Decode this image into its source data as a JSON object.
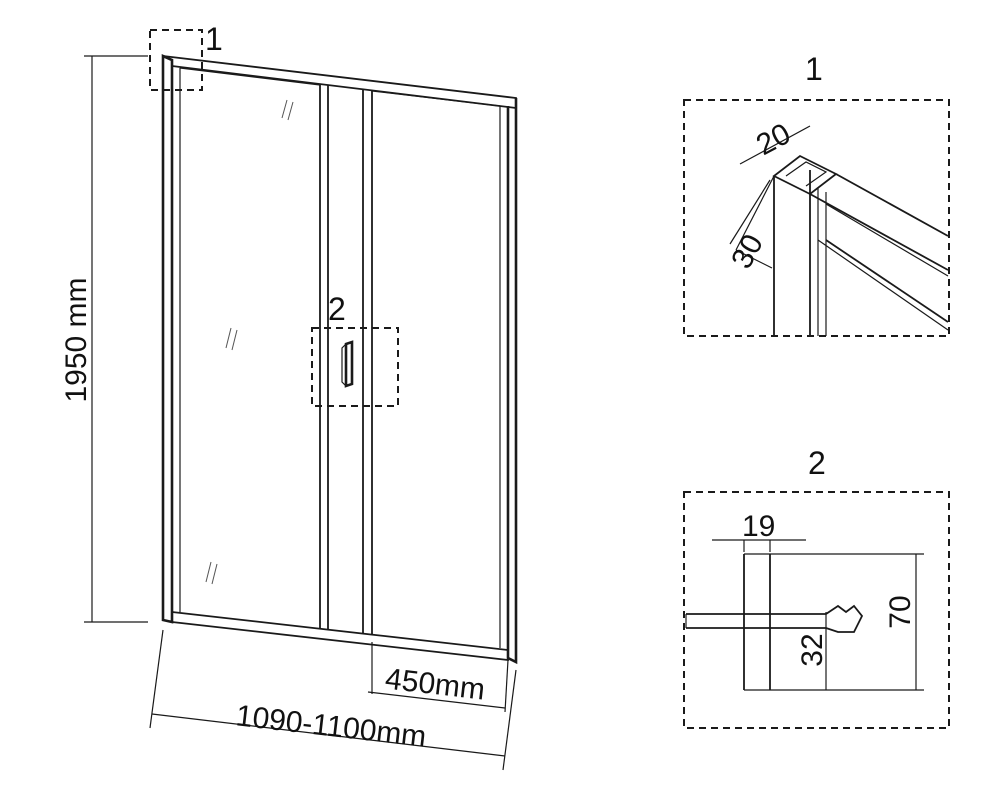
{
  "main_drawing": {
    "height_dim": "1950 mm",
    "width_dim": "1090-1100mm",
    "door_width_dim": "450mm",
    "callout_1": "1",
    "callout_2": "2"
  },
  "detail_1": {
    "title": "1",
    "dim_width": "20",
    "dim_depth": "30"
  },
  "detail_2": {
    "title": "2",
    "dim_width": "19",
    "dim_height": "70",
    "dim_offset": "32"
  }
}
